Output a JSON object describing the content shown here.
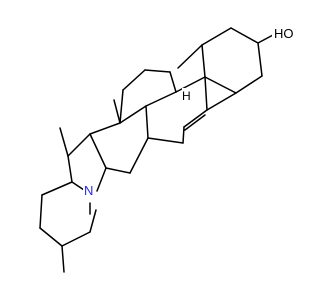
{
  "atoms": {
    "hydroxyl": "HO",
    "nitrogen": "N",
    "hydrogen": "H"
  },
  "colors": {
    "bond": "#000000",
    "nitrogen": "#2a2adc",
    "background": "#ffffff"
  }
}
